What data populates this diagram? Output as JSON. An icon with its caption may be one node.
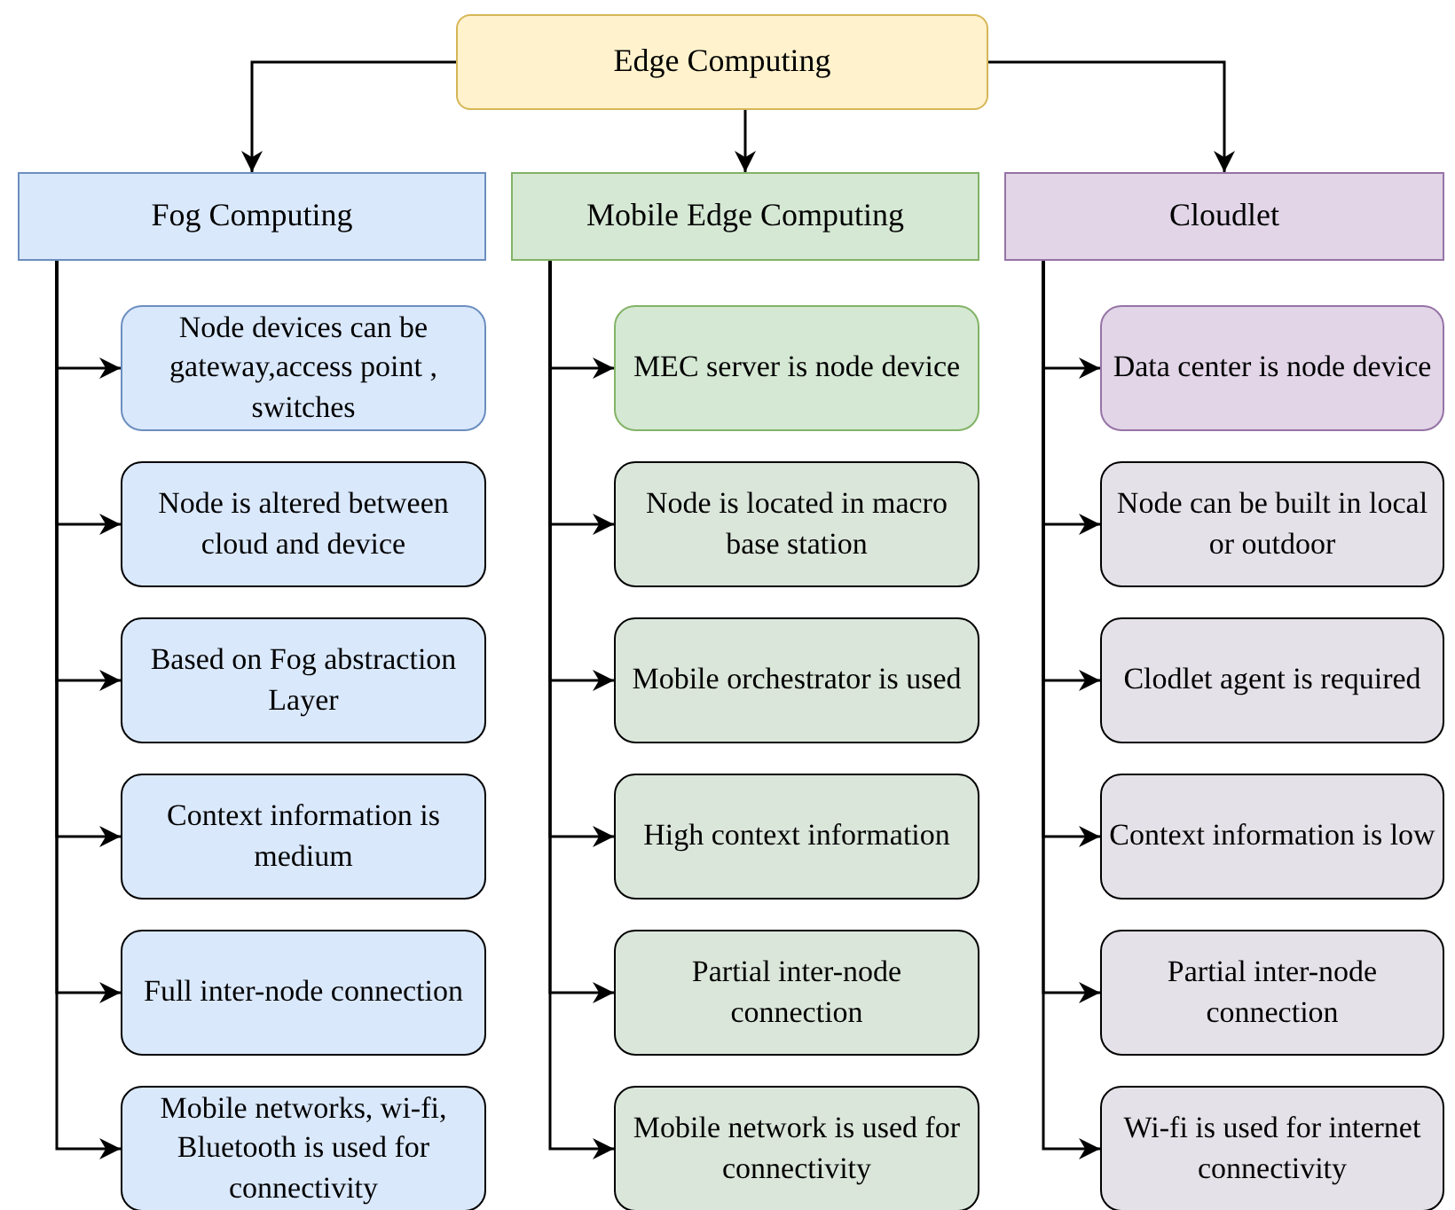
{
  "diagram": {
    "nodes": [
      {
        "text": [
          "Edge Computing"
        ]
      },
      {
        "text": [
          "Fog Computing"
        ]
      },
      {
        "text": [
          "Node devices can be gateway,access point , switches"
        ]
      },
      {
        "text": [
          "Node is altered between cloud and device"
        ]
      },
      {
        "text": [
          "Based on Fog abstraction Layer"
        ]
      },
      {
        "text": [
          "Context information is medium"
        ]
      },
      {
        "text": [
          "Full inter-node connection"
        ]
      },
      {
        "text": [
          "Mobile networks, wi-fi, Bluetooth is used for connectivity"
        ]
      },
      {
        "text": [
          "Mobile Edge Computing"
        ]
      },
      {
        "text": [
          "MEC server is node device"
        ]
      },
      {
        "text": [
          "Node is located in macro base station"
        ]
      },
      {
        "text": [
          "Mobile orchestrator is used"
        ]
      },
      {
        "text": [
          "High context information"
        ]
      },
      {
        "text": [
          "Partial inter-node connection"
        ]
      },
      {
        "text": [
          "Mobile network is used for connectivity"
        ]
      },
      {
        "text": [
          "Cloudlet"
        ]
      },
      {
        "text": [
          "Data center is node device"
        ]
      },
      {
        "text": [
          "Node can be built in local or outdoor"
        ]
      },
      {
        "text": [
          "Clodlet agent is required"
        ]
      },
      {
        "text": [
          "Context information is low"
        ]
      },
      {
        "text": [
          "Partial inter-node connection"
        ]
      },
      {
        "text": [
          "Wi-fi is used for internet connectivity"
        ]
      }
    ],
    "edges": [
      {
        "from": 0,
        "to": 1,
        "arrow": "to"
      },
      {
        "from": 0,
        "to": 8,
        "arrow": "to"
      },
      {
        "from": 0,
        "to": 15,
        "arrow": "to"
      },
      {
        "from": 1,
        "to": 2,
        "arrow": "to"
      },
      {
        "from": 1,
        "to": 3,
        "arrow": "to"
      },
      {
        "from": 1,
        "to": 4,
        "arrow": "to"
      },
      {
        "from": 1,
        "to": 5,
        "arrow": "to"
      },
      {
        "from": 1,
        "to": 6,
        "arrow": "to"
      },
      {
        "from": 1,
        "to": 7,
        "arrow": "to"
      },
      {
        "from": 8,
        "to": 9,
        "arrow": "to"
      },
      {
        "from": 8,
        "to": 10,
        "arrow": "to"
      },
      {
        "from": 8,
        "to": 11,
        "arrow": "to"
      },
      {
        "from": 8,
        "to": 12,
        "arrow": "to"
      },
      {
        "from": 8,
        "to": 13,
        "arrow": "to"
      },
      {
        "from": 8,
        "to": 14,
        "arrow": "to"
      },
      {
        "from": 15,
        "to": 16,
        "arrow": "to"
      },
      {
        "from": 15,
        "to": 17,
        "arrow": "to"
      },
      {
        "from": 15,
        "to": 18,
        "arrow": "to"
      },
      {
        "from": 15,
        "to": 19,
        "arrow": "to"
      },
      {
        "from": 15,
        "to": 20,
        "arrow": "to"
      },
      {
        "from": 15,
        "to": 21,
        "arrow": "to"
      }
    ]
  }
}
